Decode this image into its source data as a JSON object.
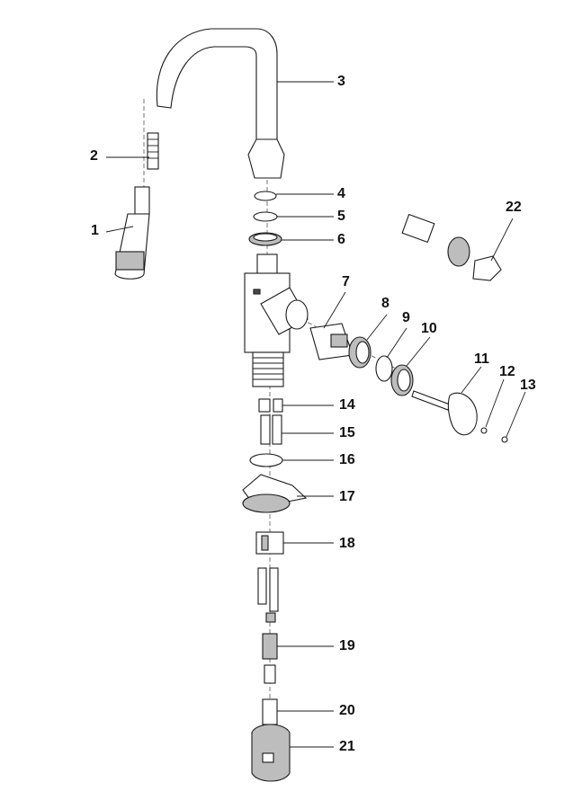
{
  "parts": [
    {
      "id": "part-1",
      "label": "1"
    },
    {
      "id": "part-2",
      "label": "2"
    },
    {
      "id": "part-3",
      "label": "3"
    },
    {
      "id": "part-4",
      "label": "4"
    },
    {
      "id": "part-5",
      "label": "5"
    },
    {
      "id": "part-6",
      "label": "6"
    },
    {
      "id": "part-7",
      "label": "7"
    },
    {
      "id": "part-8",
      "label": "8"
    },
    {
      "id": "part-9",
      "label": "9"
    },
    {
      "id": "part-10",
      "label": "10"
    },
    {
      "id": "part-11",
      "label": "11"
    },
    {
      "id": "part-12",
      "label": "12"
    },
    {
      "id": "part-13",
      "label": "13"
    },
    {
      "id": "part-14",
      "label": "14"
    },
    {
      "id": "part-15",
      "label": "15"
    },
    {
      "id": "part-16",
      "label": "16"
    },
    {
      "id": "part-17",
      "label": "17"
    },
    {
      "id": "part-18",
      "label": "18"
    },
    {
      "id": "part-19",
      "label": "19"
    },
    {
      "id": "part-20",
      "label": "20"
    },
    {
      "id": "part-21",
      "label": "21"
    },
    {
      "id": "part-22",
      "label": "22"
    }
  ]
}
